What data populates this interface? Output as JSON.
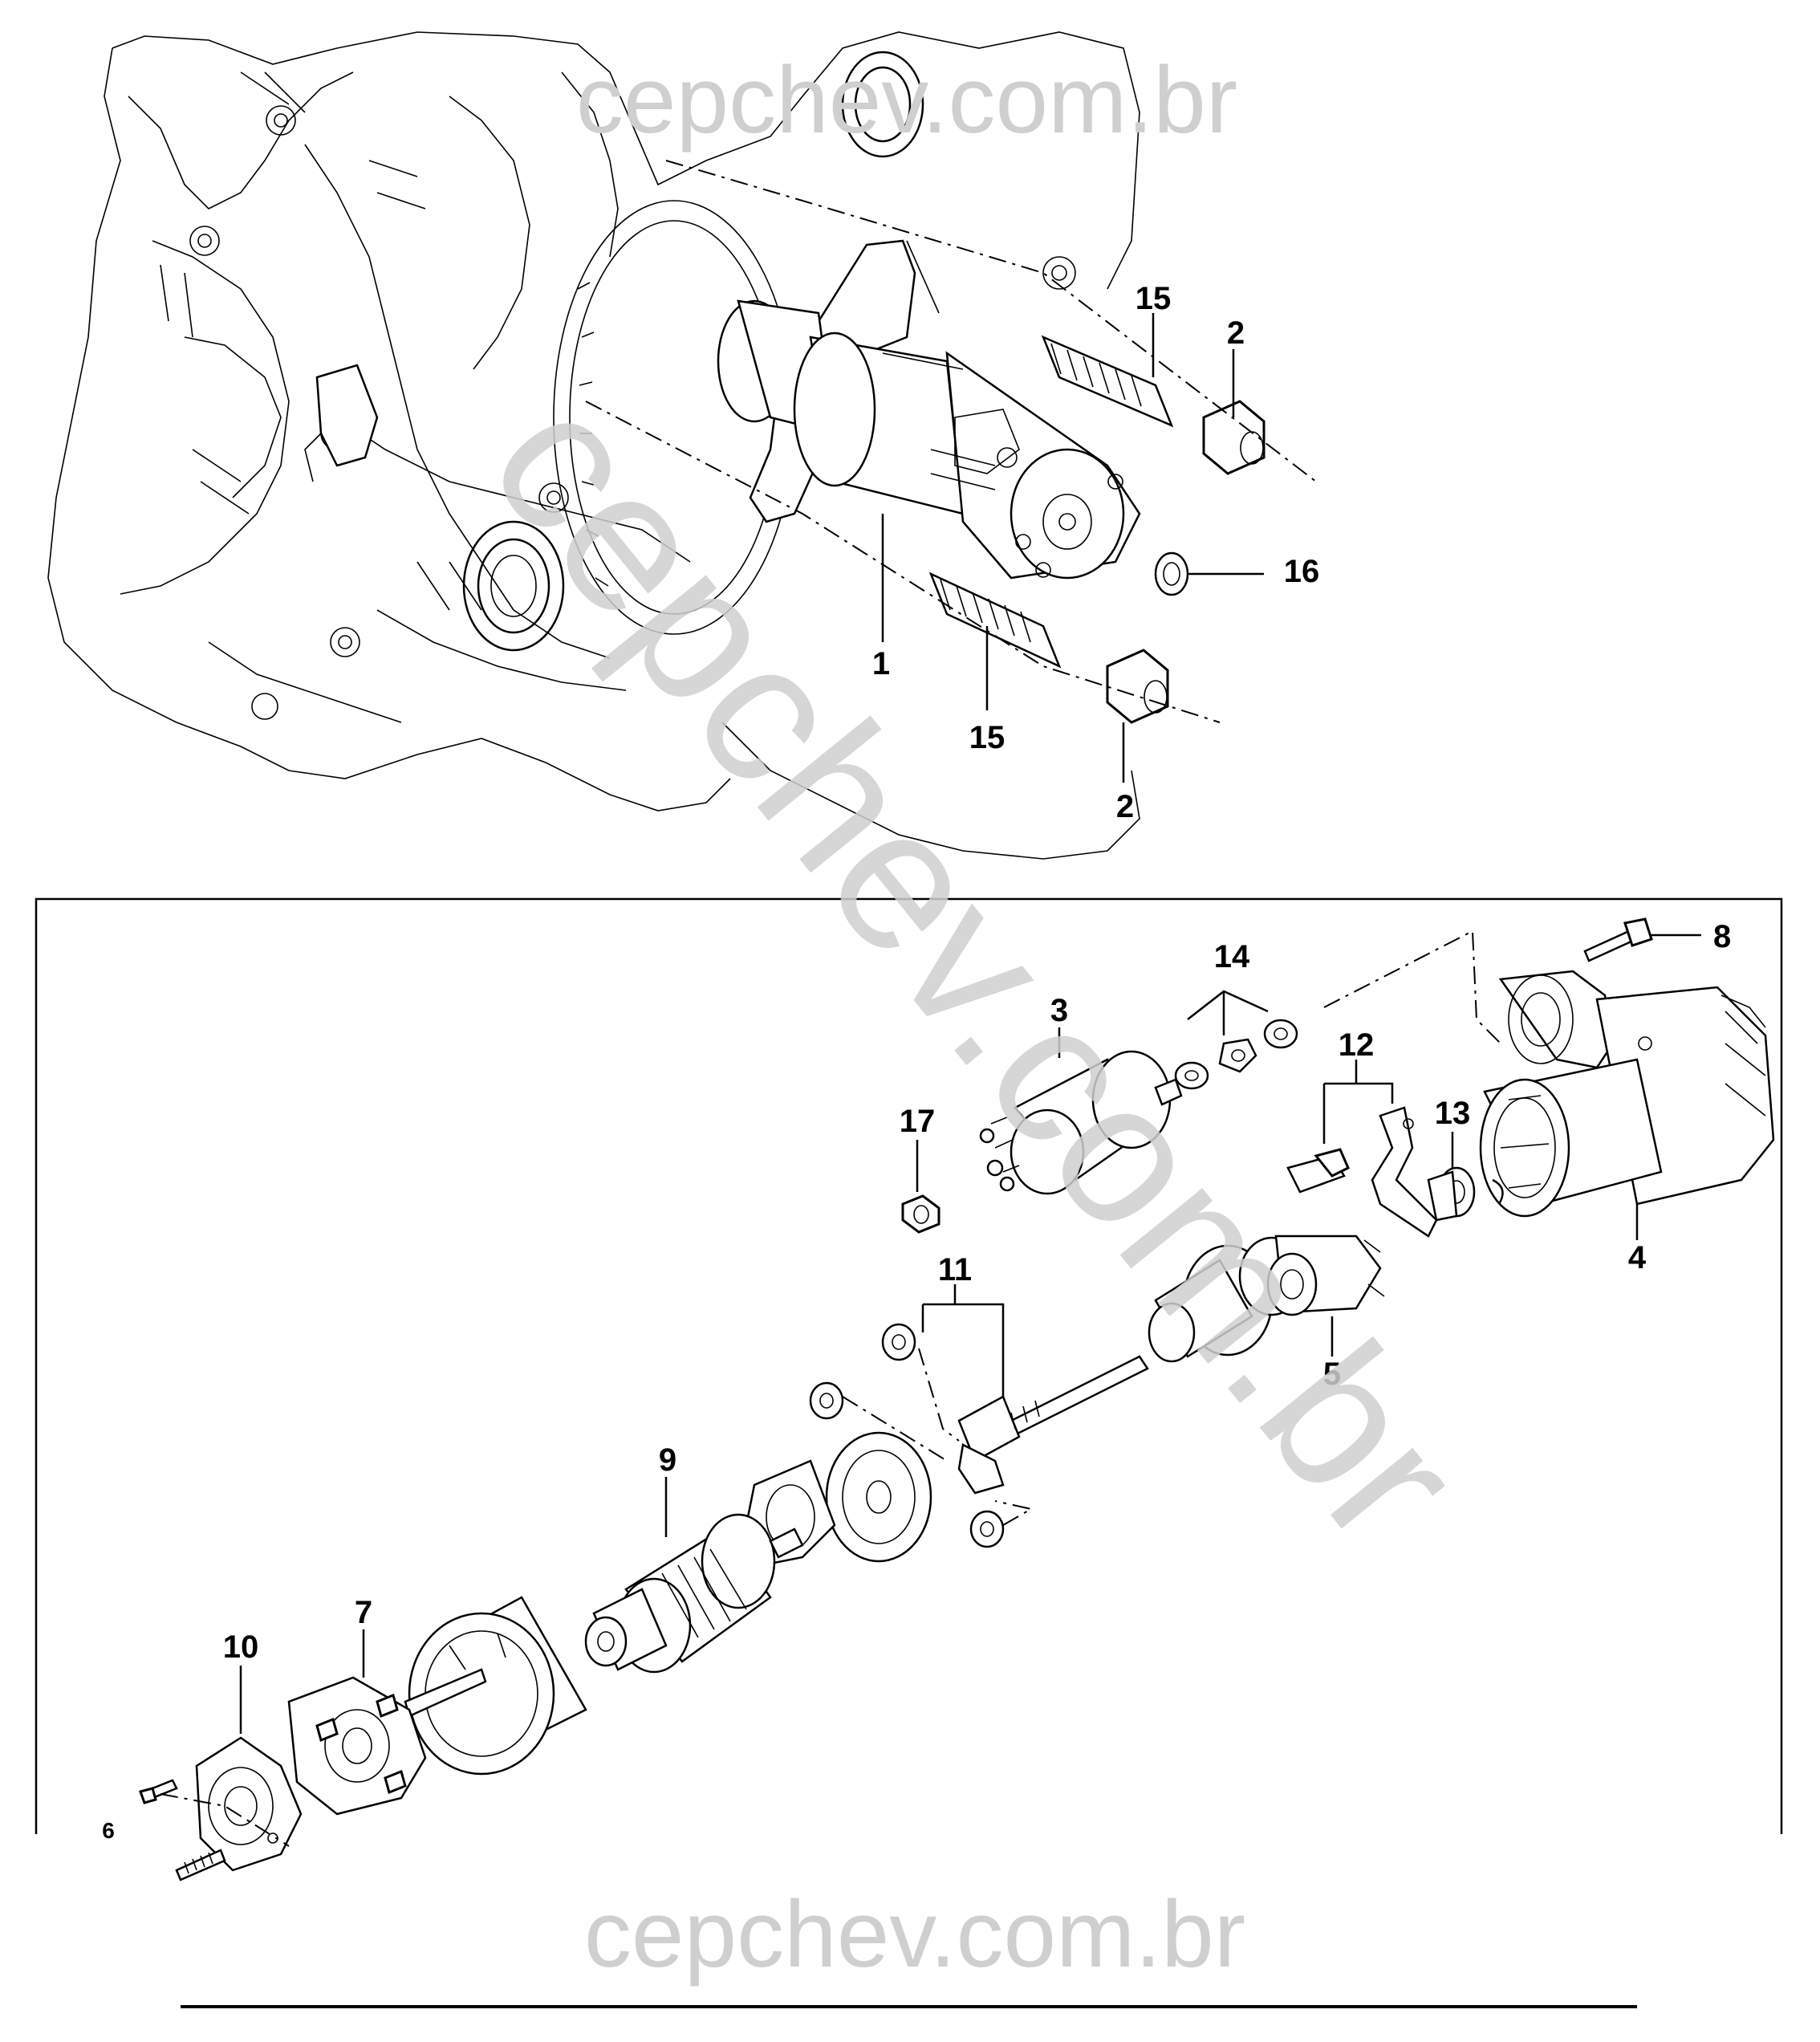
{
  "diagram": {
    "callouts": {
      "c1": "1",
      "c2a": "2",
      "c2b": "2",
      "c3": "3",
      "c4": "4",
      "c5": "5",
      "c6": "6",
      "c7": "7",
      "c8": "8",
      "c9": "9",
      "c10": "10",
      "c11": "11",
      "c12": "12",
      "c13": "13",
      "c14": "14",
      "c15a": "15",
      "c15b": "15",
      "c16": "16",
      "c17": "17"
    },
    "watermarks": {
      "top": "cepchev.com.br",
      "diagonal": "cepchev.com.br",
      "bottom": "cepchev.com.br"
    }
  }
}
